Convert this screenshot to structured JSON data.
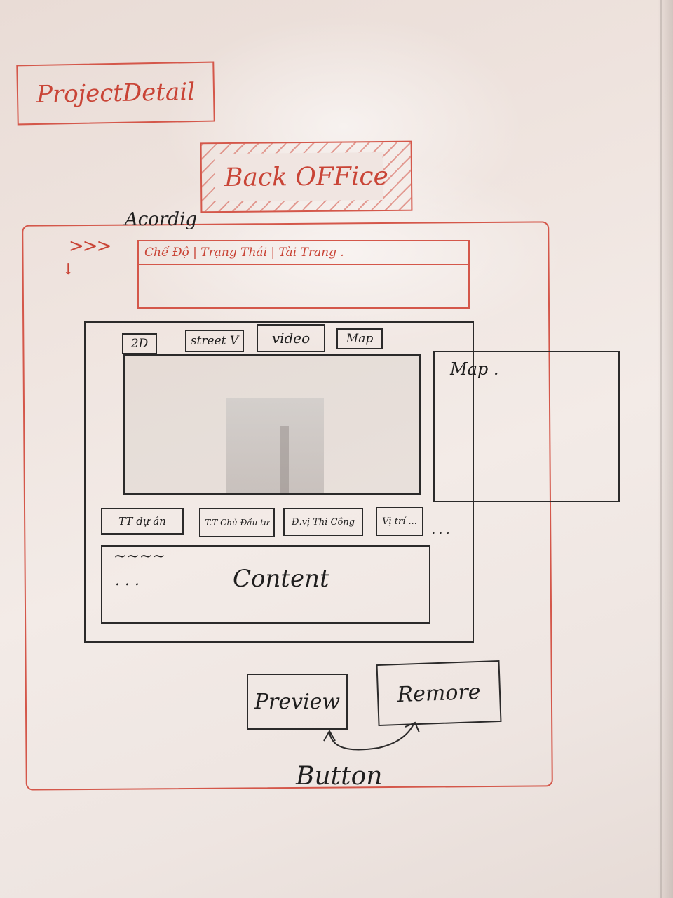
{
  "title": {
    "text": "ProjectDetail"
  },
  "back_office": {
    "text": "Back OFFice"
  },
  "accordion": {
    "label": "Acordig",
    "chevrons": ">>>",
    "arrow": "↓",
    "header": "Chế Độ | Trạng Thái | Tài Trang ."
  },
  "media": {
    "tabs": [
      "2D",
      "street V",
      "video",
      "Map"
    ],
    "map_panel": "Map ."
  },
  "info_tabs": [
    "TT dự án",
    "T.T Chủ Đầu tư",
    "Đ.vị Thi Công",
    "Vị trí ..."
  ],
  "info_more": ". . .",
  "content": {
    "squiggle": "~~~~",
    "dots": ". . .",
    "label": "Content"
  },
  "buttons": {
    "preview": "Preview",
    "remove": "Remore",
    "caption": "Button"
  },
  "colors": {
    "red_ink": "#d4574a",
    "black_ink": "#2b2a2a",
    "board": "#efe4df"
  }
}
